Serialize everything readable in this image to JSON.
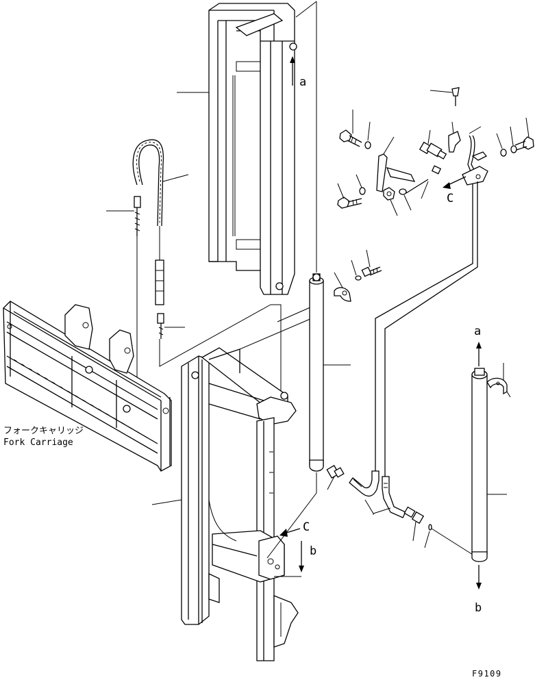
{
  "callouts": {
    "a_top": "a",
    "a_right": "a",
    "b_mid": "b",
    "b_right": "b",
    "c_top": "C",
    "c_mid": "C"
  },
  "fork_carriage": {
    "jp": "フォークキャリッジ",
    "en": "Fork Carriage"
  },
  "figure_code": "F9109"
}
